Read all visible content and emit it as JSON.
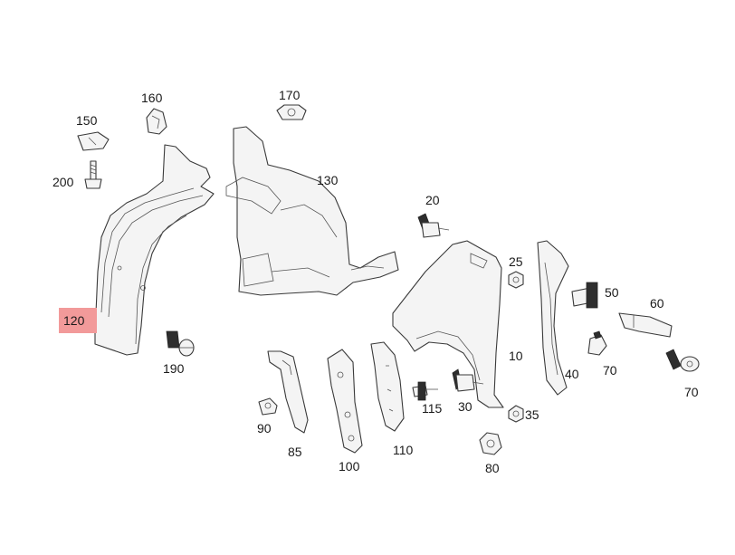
{
  "diagram": {
    "highlight_color": "#f29a9a",
    "callouts": {
      "p10": "10",
      "p20": "20",
      "p25": "25",
      "p30": "30",
      "p35": "35",
      "p40": "40",
      "p50": "50",
      "p60": "60",
      "p70a": "70",
      "p70b": "70",
      "p80": "80",
      "p85": "85",
      "p90": "90",
      "p100": "100",
      "p110": "110",
      "p115": "115",
      "p120": "120",
      "p130": "130",
      "p150": "150",
      "p160": "160",
      "p170": "170",
      "p190": "190",
      "p200": "200"
    },
    "highlighted_callout": "120"
  }
}
